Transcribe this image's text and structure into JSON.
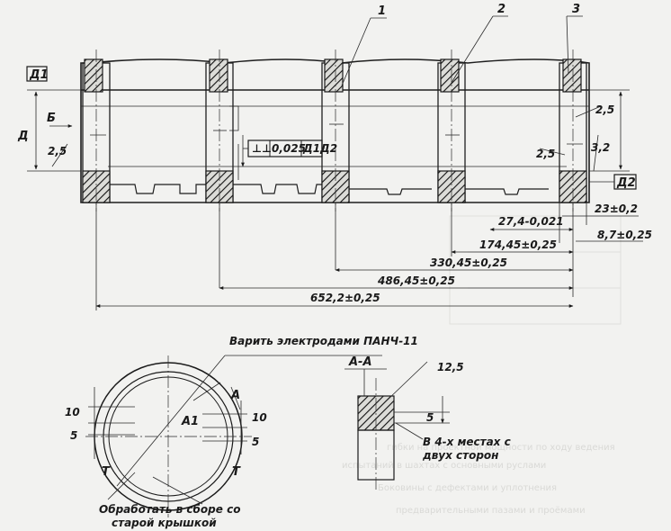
{
  "leaders": {
    "item1": "1",
    "item2": "2",
    "item3": "3"
  },
  "datums": {
    "d1": "Д1",
    "d2": "Д2",
    "d": "Д",
    "b": "Б"
  },
  "tolerance_frame": {
    "symbol": "⊥⊥",
    "value": "0,025",
    "datum": "Д1Д2"
  },
  "dimensions": {
    "r25_left": "2,5",
    "r25_right_a": "2,5",
    "r25_right_b": "2,5",
    "d32": "3,2",
    "d23": "23±0,2",
    "d87": "8,7±0,25",
    "d274": "27,4-0,021",
    "d17445": "174,45±0,25",
    "d33045": "330,45±0,25",
    "d48645": "486,45±0,25",
    "d6522": "652,2±0,25"
  },
  "notes": {
    "weld": "Варить электродами ПАНЧ-11",
    "machine_line1": "Обработать в сборе со",
    "machine_line2": "старой крышкой",
    "places_line1": "В 4-х местах с",
    "places_line2": "двух сторон"
  },
  "detail_circle": {
    "label_a": "А",
    "label_a1": "А1",
    "t_left": "Т",
    "t_right": "Т",
    "d10_left": "10",
    "d5_left": "5",
    "d10_right": "10",
    "d5_right": "5"
  },
  "section": {
    "title": "А-А",
    "r": "12,5",
    "d5": "5"
  }
}
